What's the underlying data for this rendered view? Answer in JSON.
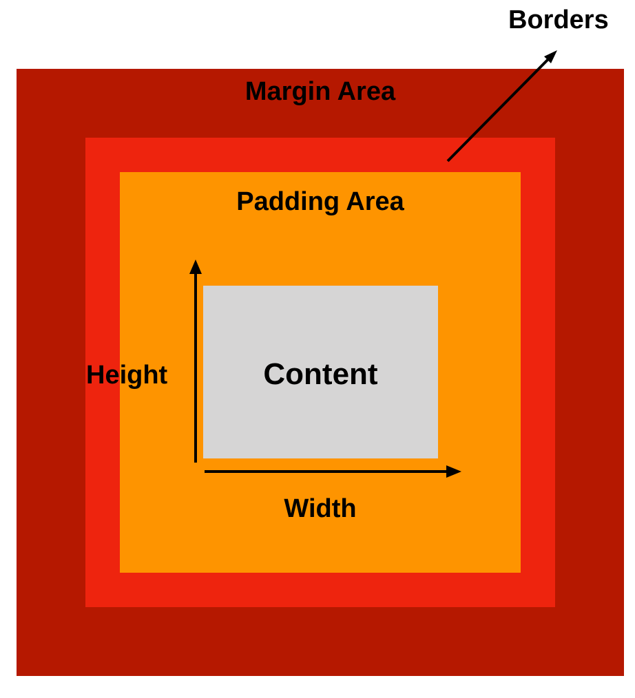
{
  "labels": {
    "borders": "Borders",
    "margin": "Margin Area",
    "padding": "Padding Area",
    "content": "Content",
    "height": "Height",
    "width": "Width"
  },
  "colors": {
    "margin": "#b51800",
    "border": "#ee240e",
    "padding": "#fe9400",
    "content": "#d6d5d5",
    "text": "#000000",
    "arrow": "#000000"
  }
}
